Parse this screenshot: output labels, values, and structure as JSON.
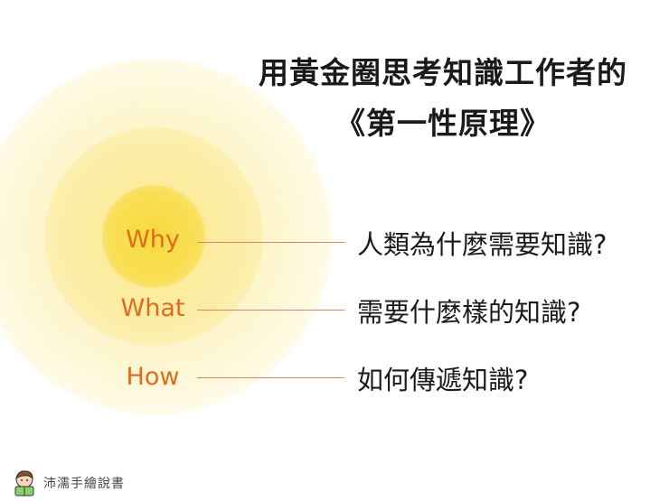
{
  "title": {
    "line1": "用黃金圈思考知識工作者的",
    "line2": "《第一性原理》"
  },
  "circle_labels": {
    "why": "Why",
    "what": "What",
    "how": "How"
  },
  "questions": {
    "why": "人類為什麼需要知識?",
    "what": "需要什麼樣的知識?",
    "how": "如何傳遞知識?"
  },
  "logo": {
    "text": "沛濡手繪說書"
  },
  "colors": {
    "outer_ring": "#fdf7c9",
    "middle_ring": "#fbeea6",
    "inner_circle": "#f8df55",
    "label_orange": "#e06a1e",
    "connector_line": "#e0826a"
  }
}
